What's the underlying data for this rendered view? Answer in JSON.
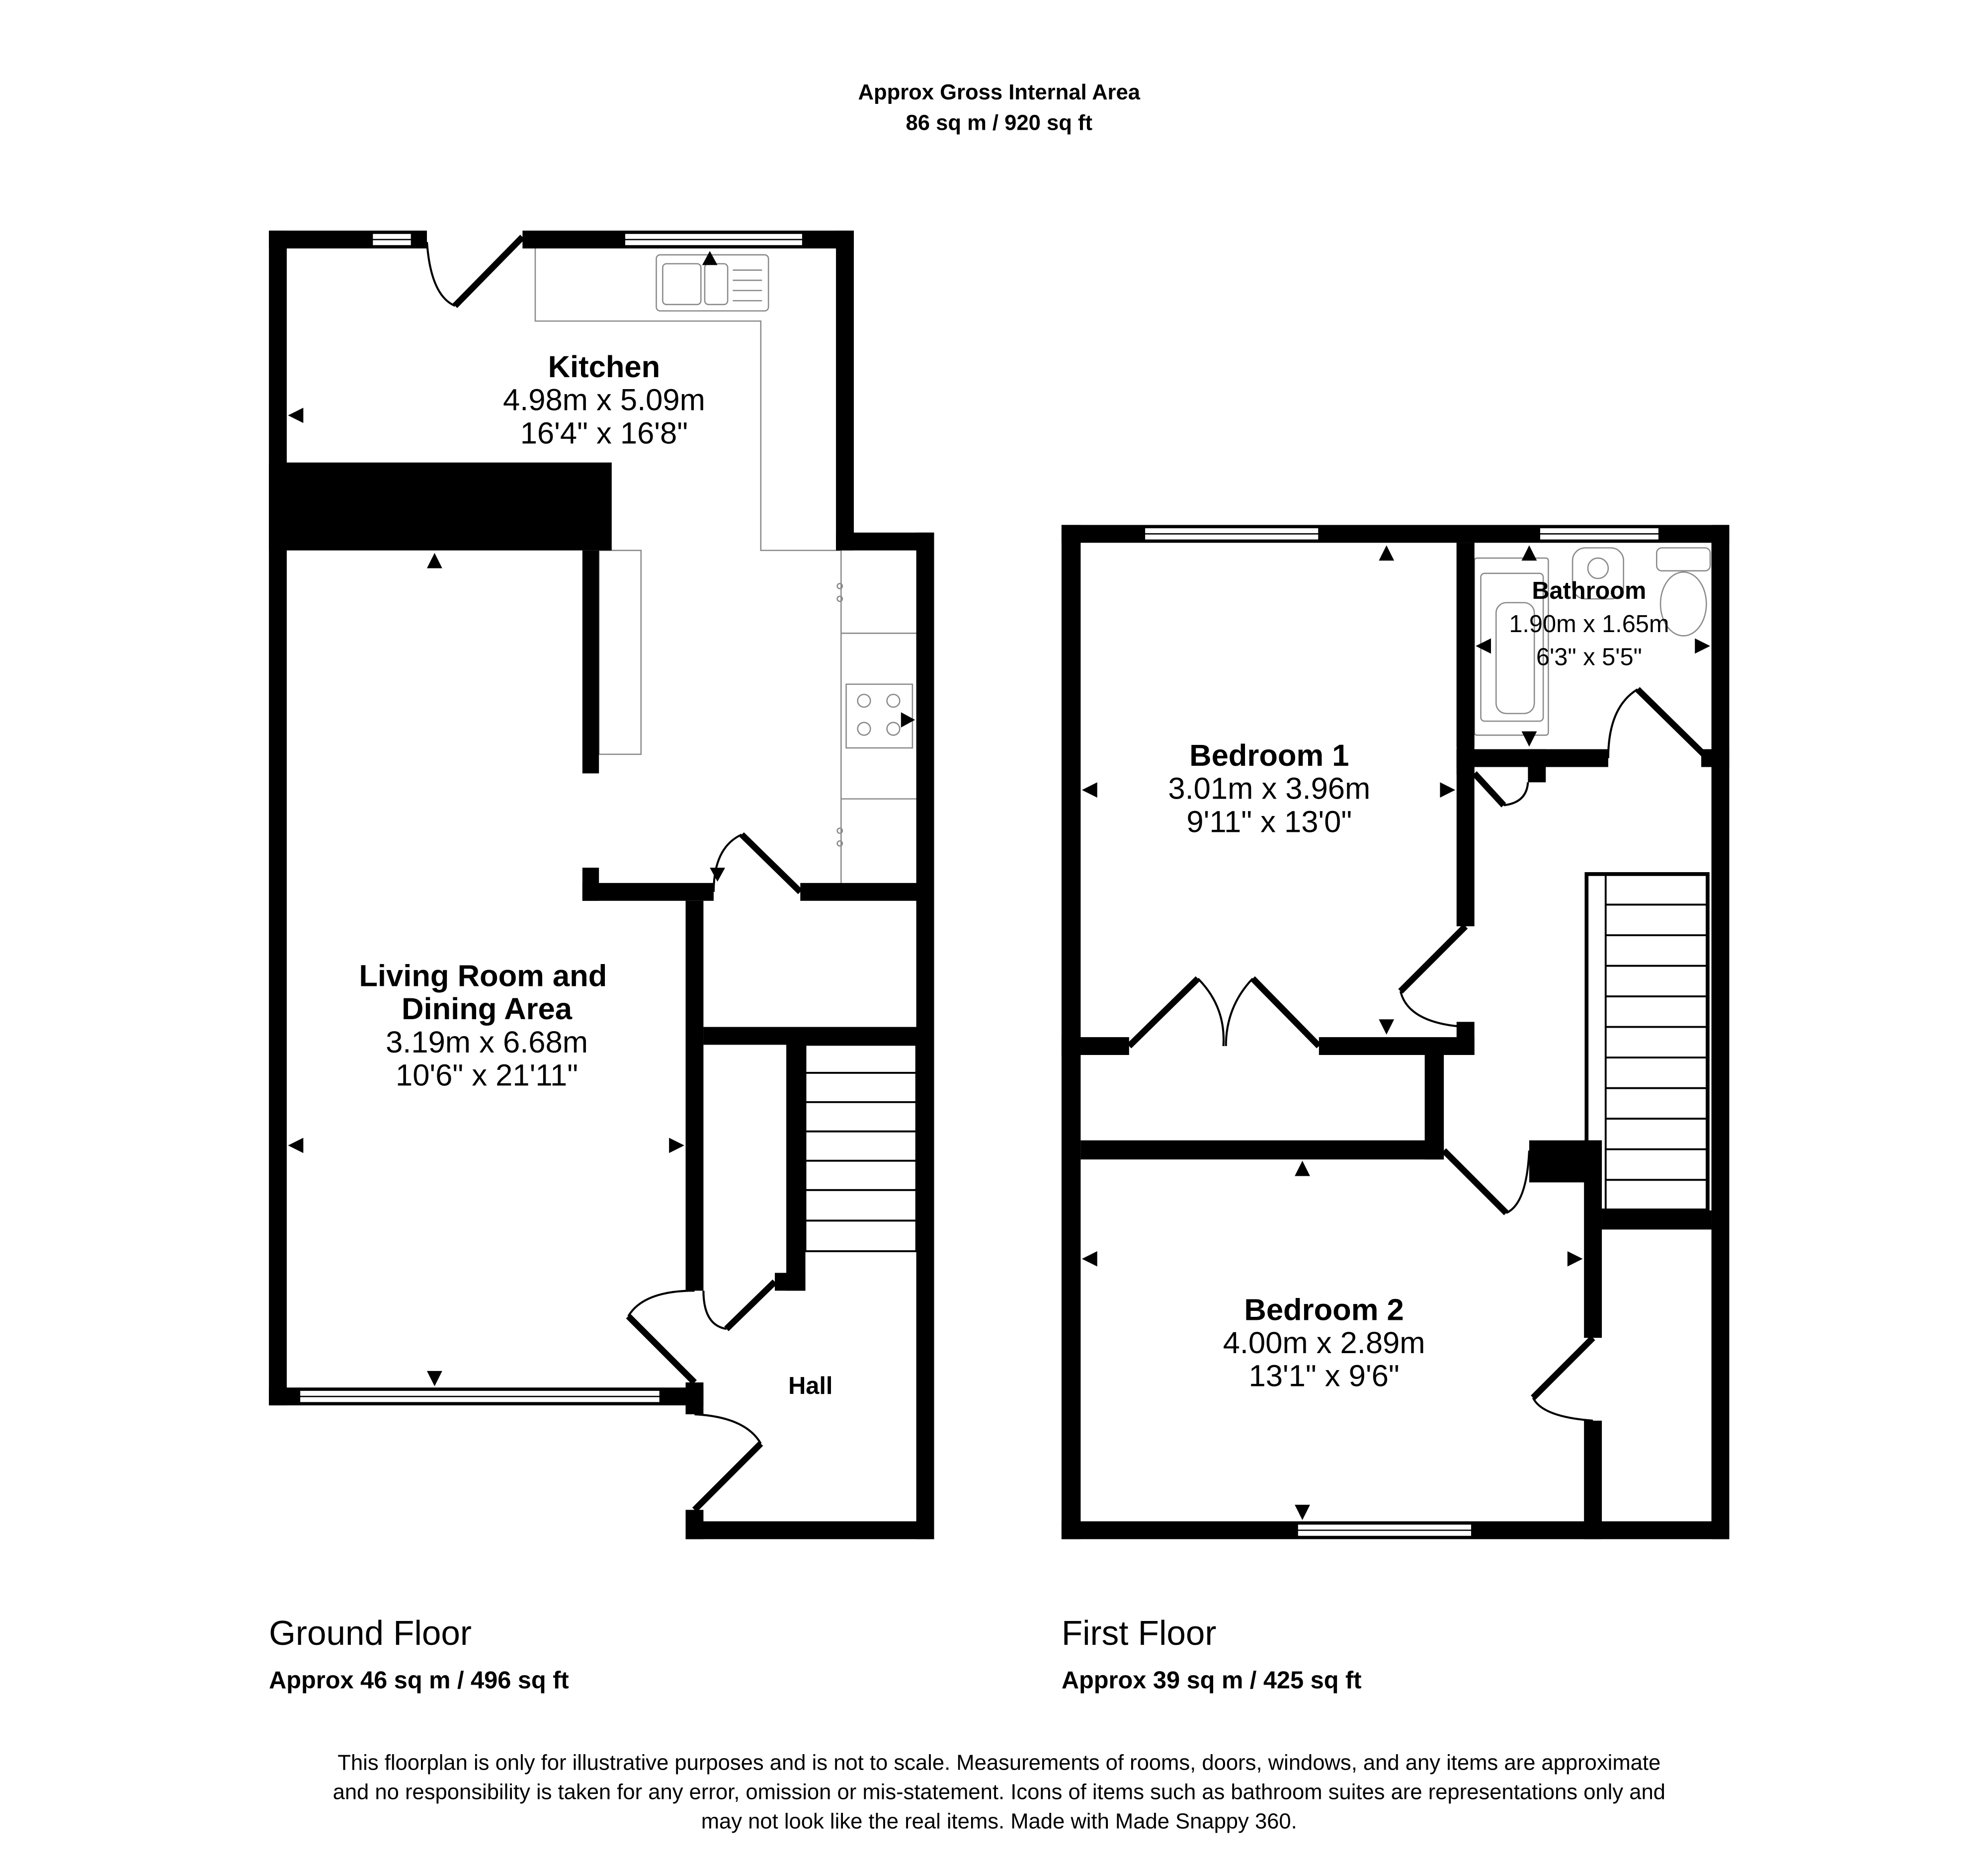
{
  "header": {
    "title": "Approx Gross Internal Area",
    "total_area": "86 sq m / 920 sq ft"
  },
  "ground_floor": {
    "label": "Ground Floor",
    "area": "Approx 46 sq m / 496 sq ft",
    "rooms": {
      "kitchen": {
        "name": "Kitchen",
        "metric": "4.98m x 5.09m",
        "imperial": "16'4\" x 16'8\""
      },
      "living": {
        "name_line1": "Living Room and",
        "name_line2": "Dining Area",
        "metric": "3.19m x 6.68m",
        "imperial": "10'6\" x 21'11\""
      },
      "hall": {
        "name": "Hall"
      }
    }
  },
  "first_floor": {
    "label": "First Floor",
    "area": "Approx 39 sq m / 425 sq ft",
    "rooms": {
      "bedroom1": {
        "name": "Bedroom 1",
        "metric": "3.01m x 3.96m",
        "imperial": "9'11\" x 13'0\""
      },
      "bedroom2": {
        "name": "Bedroom 2",
        "metric": "4.00m x 2.89m",
        "imperial": "13'1\" x 9'6\""
      },
      "bathroom": {
        "name": "Bathroom",
        "metric": "1.90m x 1.65m",
        "imperial": "6'3\" x 5'5\""
      }
    }
  },
  "disclaimer": {
    "line1": "This floorplan is only for illustrative purposes and is not to scale. Measurements of rooms, doors, windows, and any items are approximate",
    "line2": "and no responsibility is taken for any error, omission or mis-statement. Icons of items such as bathroom suites are representations only and",
    "line3": "may not look like the real items. Made with Made Snappy 360."
  }
}
